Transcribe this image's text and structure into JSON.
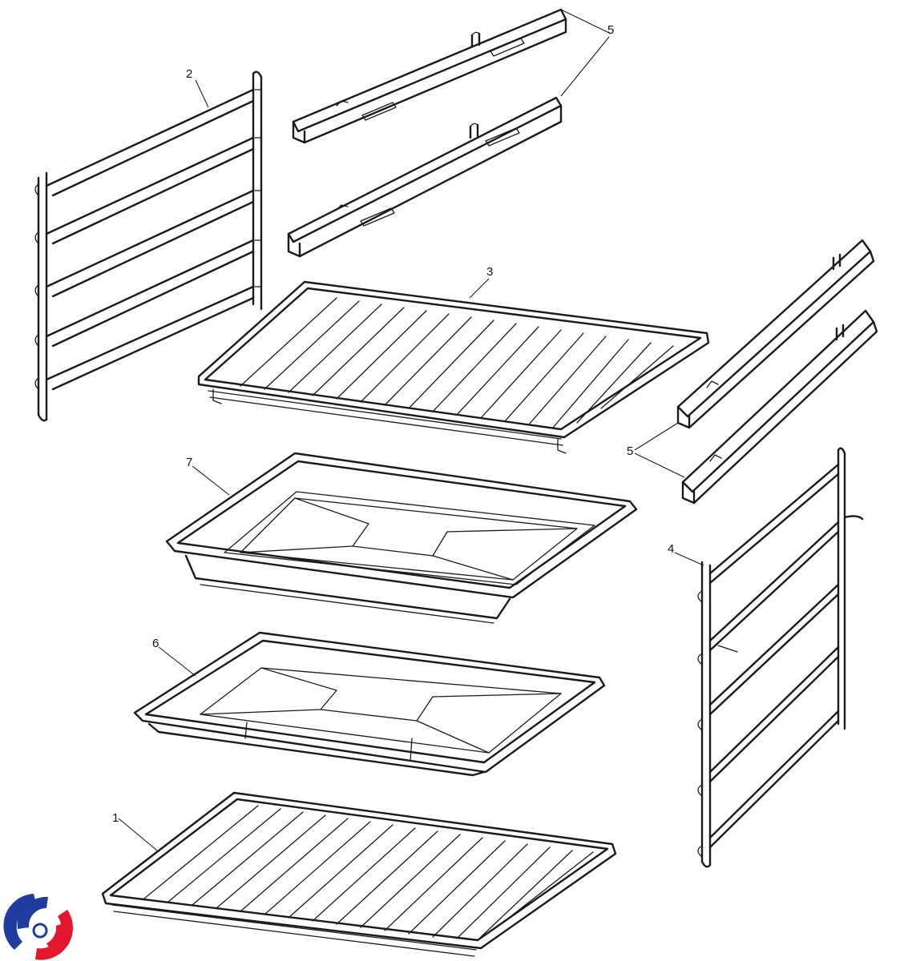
{
  "diagram": {
    "callouts": {
      "c1": "1",
      "c2": "2",
      "c3": "3",
      "c4": "4",
      "c5a": "5",
      "c5b": "5",
      "c6": "6",
      "c7": "7"
    },
    "logo": {
      "colors": {
        "blue": "#1f3d9e",
        "red": "#e3162b"
      }
    }
  }
}
